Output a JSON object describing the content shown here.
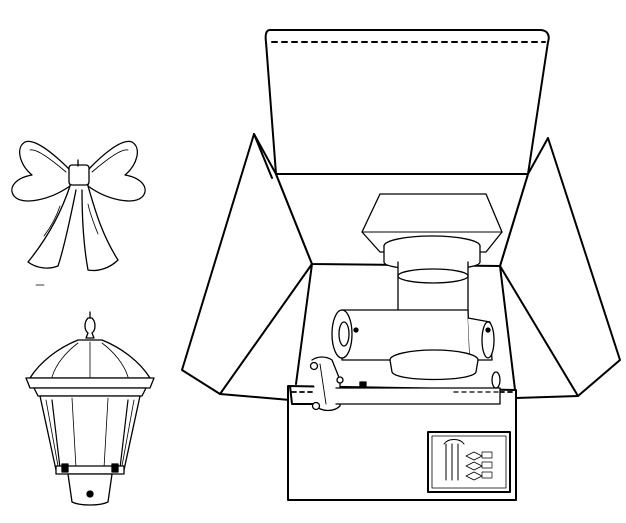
{
  "figure": {
    "parts": [
      {
        "id": "bow",
        "icon": "ribbon-bow-icon"
      },
      {
        "id": "lantern-head",
        "icon": "post-lantern-icon"
      },
      {
        "id": "shipping-box",
        "icon": "open-carton-icon"
      },
      {
        "id": "post-fitter",
        "icon": "pipe-fitting-icon"
      },
      {
        "id": "mounting-bracket",
        "icon": "bracket-icon"
      },
      {
        "id": "instruction-card",
        "icon": "instruction-sheet-icon"
      }
    ],
    "colors": {
      "line": "#000000",
      "paper": "#ffffff"
    }
  }
}
